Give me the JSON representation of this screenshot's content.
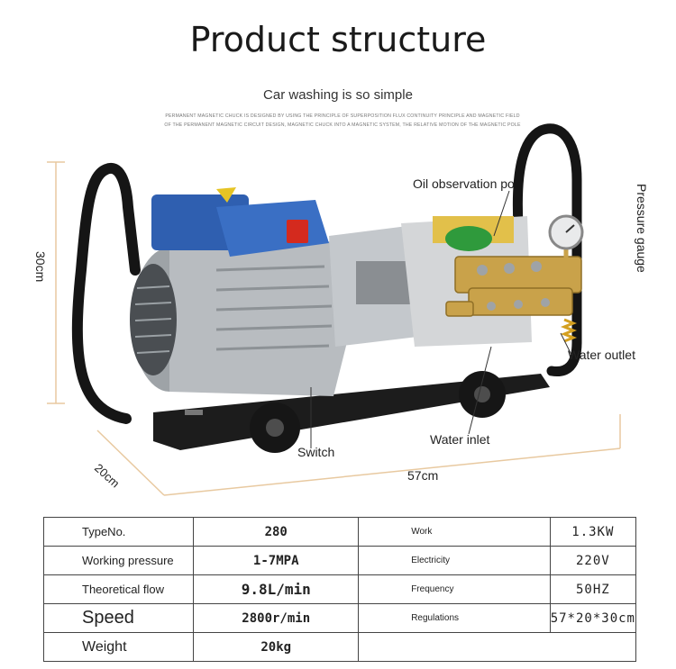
{
  "title": "Product structure",
  "subtitle": "Car washing is so simple",
  "fine_print": [
    "PERMANENT MAGNETIC CHUCK IS DESIGNED BY USING THE PRINCIPLE OF SUPERPOSITION FLUX CONTINUITY PRINCIPLE AND MAGNETIC FIELD",
    "OF THE PERMANENT MAGNETIC CIRCUIT DESIGN, MAGNETIC CHUCK INTO A MAGNETIC SYSTEM, THE RELATIVE MOTION OF THE MAGNETIC POLE"
  ],
  "dimensions": {
    "height": "30cm",
    "depth": "20cm",
    "length": "57cm"
  },
  "callouts": {
    "oil": "Oil observation po",
    "pressure": "Pressure gauge",
    "outlet": "Water outlet",
    "inlet": "Water inlet",
    "switch": "Switch"
  },
  "specs": [
    {
      "label": "TypeNo.",
      "value": "280",
      "label2": "Work",
      "value2": "1.3KW"
    },
    {
      "label": "Working pressure",
      "value": "1-7MPA",
      "label2": "Electricity",
      "value2": "220V"
    },
    {
      "label": "Theoretical flow",
      "value": "9.8L/min",
      "label2": "Frequency",
      "value2": "50HZ"
    },
    {
      "label": "Speed",
      "value": "2800r/min",
      "label2": "Regulations",
      "value2": "57*20*30cm"
    },
    {
      "label": "Weight",
      "value": "20kg",
      "label2": "",
      "value2": ""
    }
  ],
  "colors": {
    "motor": "#b8bcc0",
    "junction_box": "#3a6fc4",
    "switch": "#d42a1e",
    "pump_brass": "#c9a24a",
    "frame": "#1a1a1a",
    "dim_line": "#e8c9a0"
  }
}
